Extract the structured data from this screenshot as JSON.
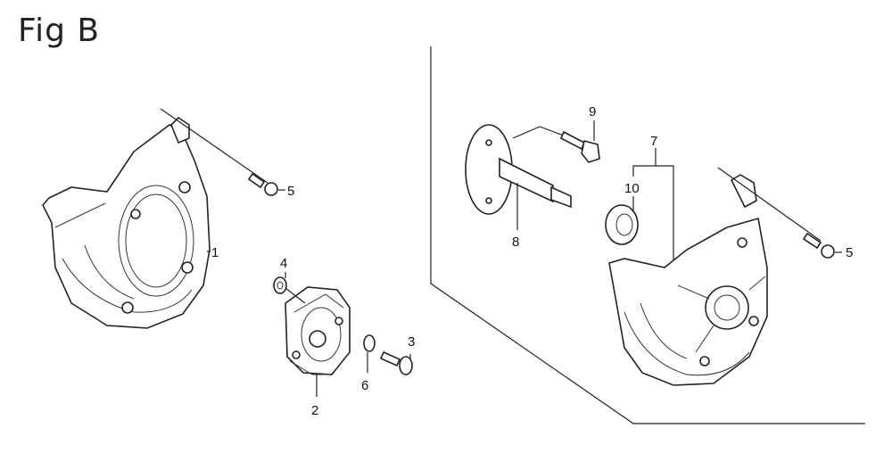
{
  "title": "Fig B",
  "callouts": {
    "c1": "1",
    "c2": "2",
    "c3": "3",
    "c4": "4",
    "c5a": "5",
    "c6": "6",
    "c7": "7",
    "c8": "8",
    "c9": "9",
    "c10": "10",
    "c5b": "5"
  }
}
